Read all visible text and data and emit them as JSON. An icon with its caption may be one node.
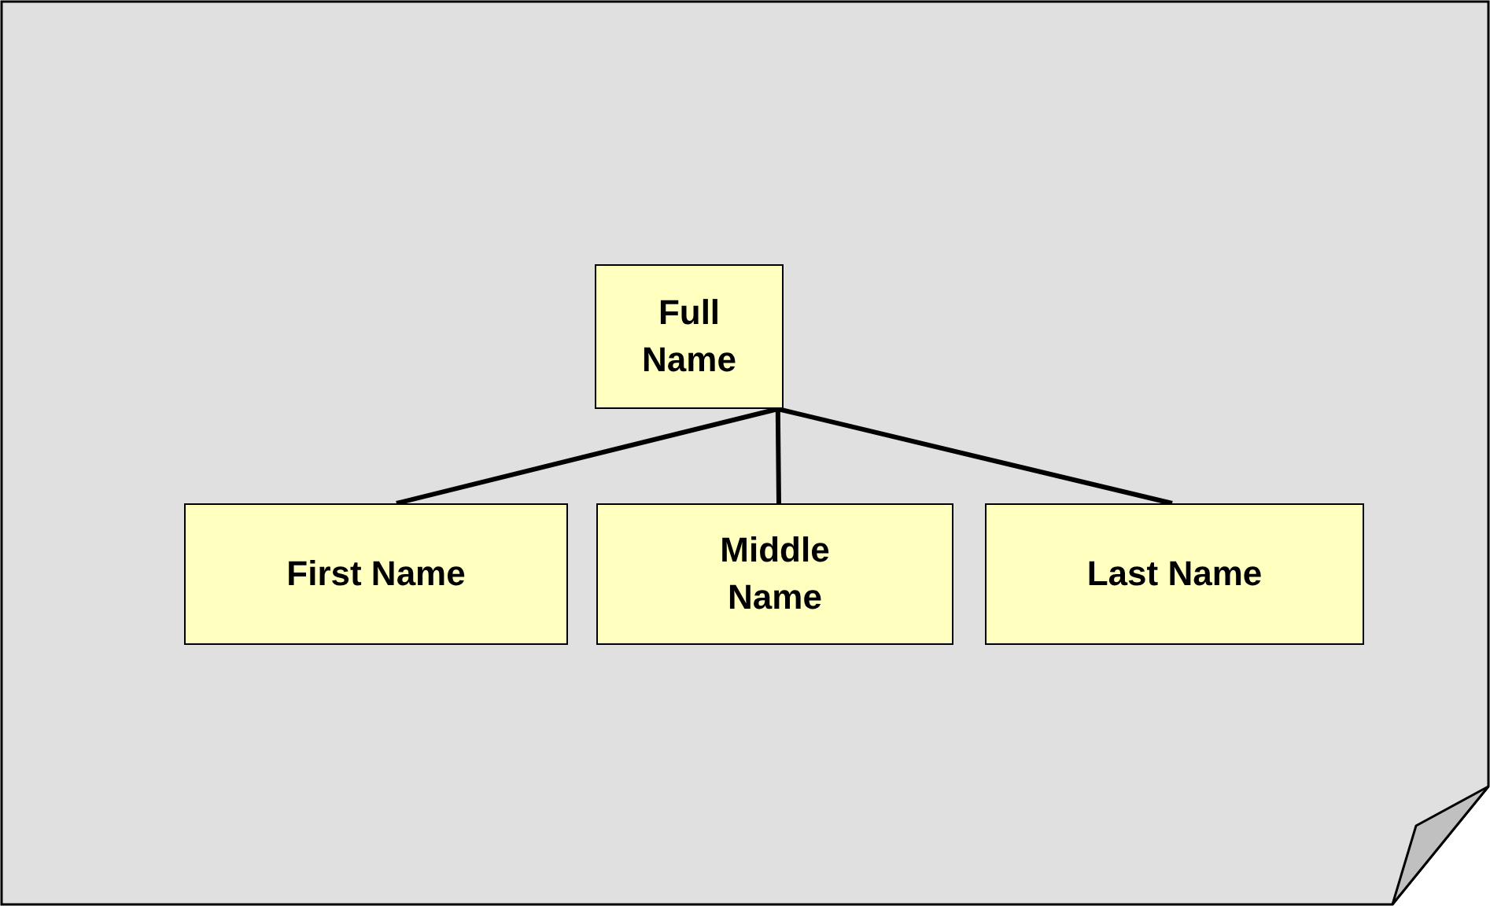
{
  "diagram": {
    "nodes": [
      {
        "text": [
          "Full Name"
        ]
      },
      {
        "text": [
          "First Name"
        ]
      },
      {
        "text": [
          "Middle Name"
        ]
      },
      {
        "text": [
          "Last Name"
        ]
      }
    ],
    "edges": [
      {
        "from": 0,
        "to": 1,
        "arrow": "none"
      },
      {
        "from": 0,
        "to": 2,
        "arrow": "none"
      },
      {
        "from": 0,
        "to": 3,
        "arrow": "none"
      }
    ]
  }
}
